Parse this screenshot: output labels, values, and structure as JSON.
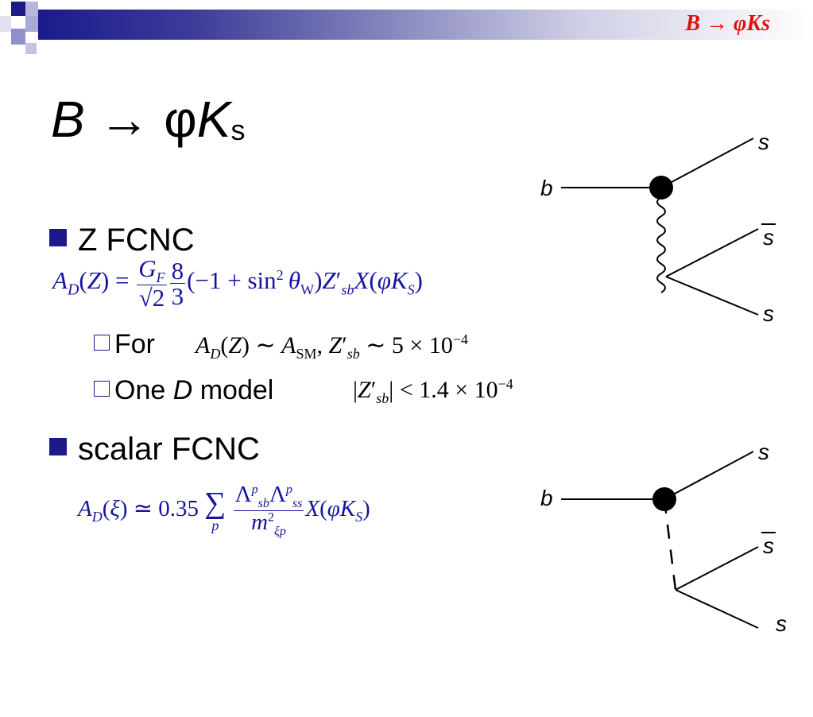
{
  "header": {
    "corner_title": "B → φKs"
  },
  "title": {
    "prefix": "B",
    "arrow": " → φ",
    "k": "K",
    "sub": "s"
  },
  "bullets": [
    {
      "label": "Z FCNC",
      "equation": "A_D(Z) = (G_F/√2)(8/3)(−1 + sin²θ_W) Z'_sb X(φK_S)",
      "subitems": [
        {
          "label": "For",
          "math": "A_D(Z) ~ A_SM, Z'_sb ~ 5 × 10⁻⁴"
        },
        {
          "label_pre": "One ",
          "label_it": "D",
          "label_post": " model",
          "math": "|Z'_sb| < 1.4 × 10⁻⁴"
        }
      ]
    },
    {
      "label": "scalar FCNC",
      "equation": "A_D(ξ) ≃ 0.35 Σ_p Λ^p_sb Λ^p_ss / m²_ξp X(φK_S)"
    }
  ],
  "diagram_labels": {
    "b": "b",
    "s": "s",
    "sbar": "s"
  }
}
